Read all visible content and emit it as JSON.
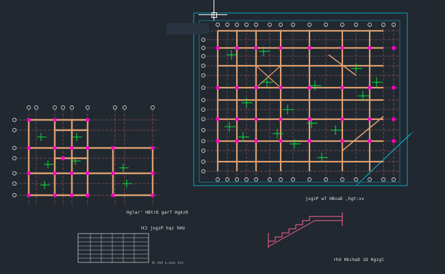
{
  "drawing": {
    "background": "#212830",
    "titles": {
      "small_plan": "Hglar' HBtrD garT HgkzR",
      "large_plan": "jxgzP wT HBvaD ,hgt:vv",
      "table": "ꓧꓛ jxgzP hqz hHU",
      "stair": "rhU HkchaD 1D Hgzgl"
    },
    "table_note": "Ni  Ha8 a,aaai Huh",
    "colors": {
      "beam": "#e0a070",
      "grid_line": "#c86464",
      "column": "#ff00c8",
      "rebar": "#00ff40",
      "border": "#00c8e6",
      "text": "#e8e8e8",
      "stair": "#ff6496"
    },
    "cursor_icon": "crosshair-cursor-icon"
  }
}
